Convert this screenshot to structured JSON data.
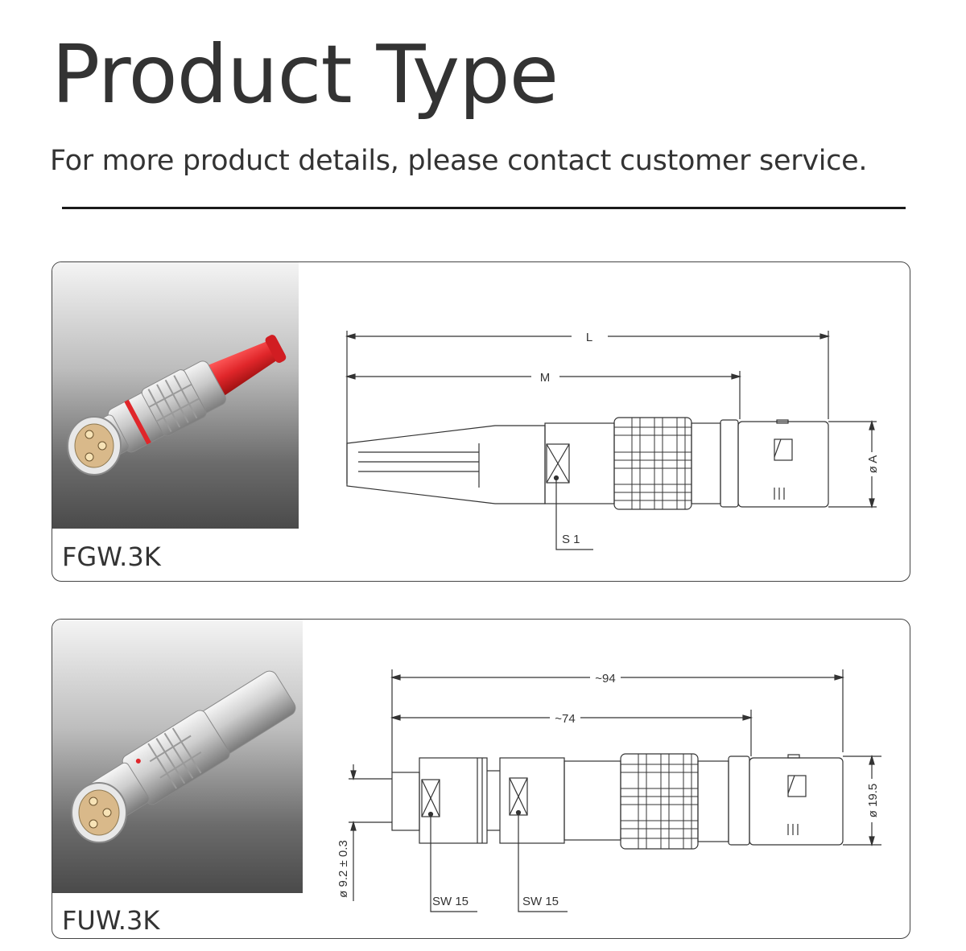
{
  "header": {
    "title": "Product Type",
    "subtitle": "For more product details, please contact customer service."
  },
  "products": [
    {
      "model": "FGW.3K",
      "boot_color": "#e0262a",
      "dimensions": {
        "overall": "L",
        "body": "M",
        "diameter": "ø A",
        "wrench": "S 1"
      }
    },
    {
      "model": "FUW.3K",
      "dimensions": {
        "overall": "~94",
        "body": "~74",
        "diameter": "ø 19.5",
        "cable": "ø 9.2 ± 0.3",
        "wrench_1": "SW 15",
        "wrench_2": "SW 15"
      }
    }
  ]
}
